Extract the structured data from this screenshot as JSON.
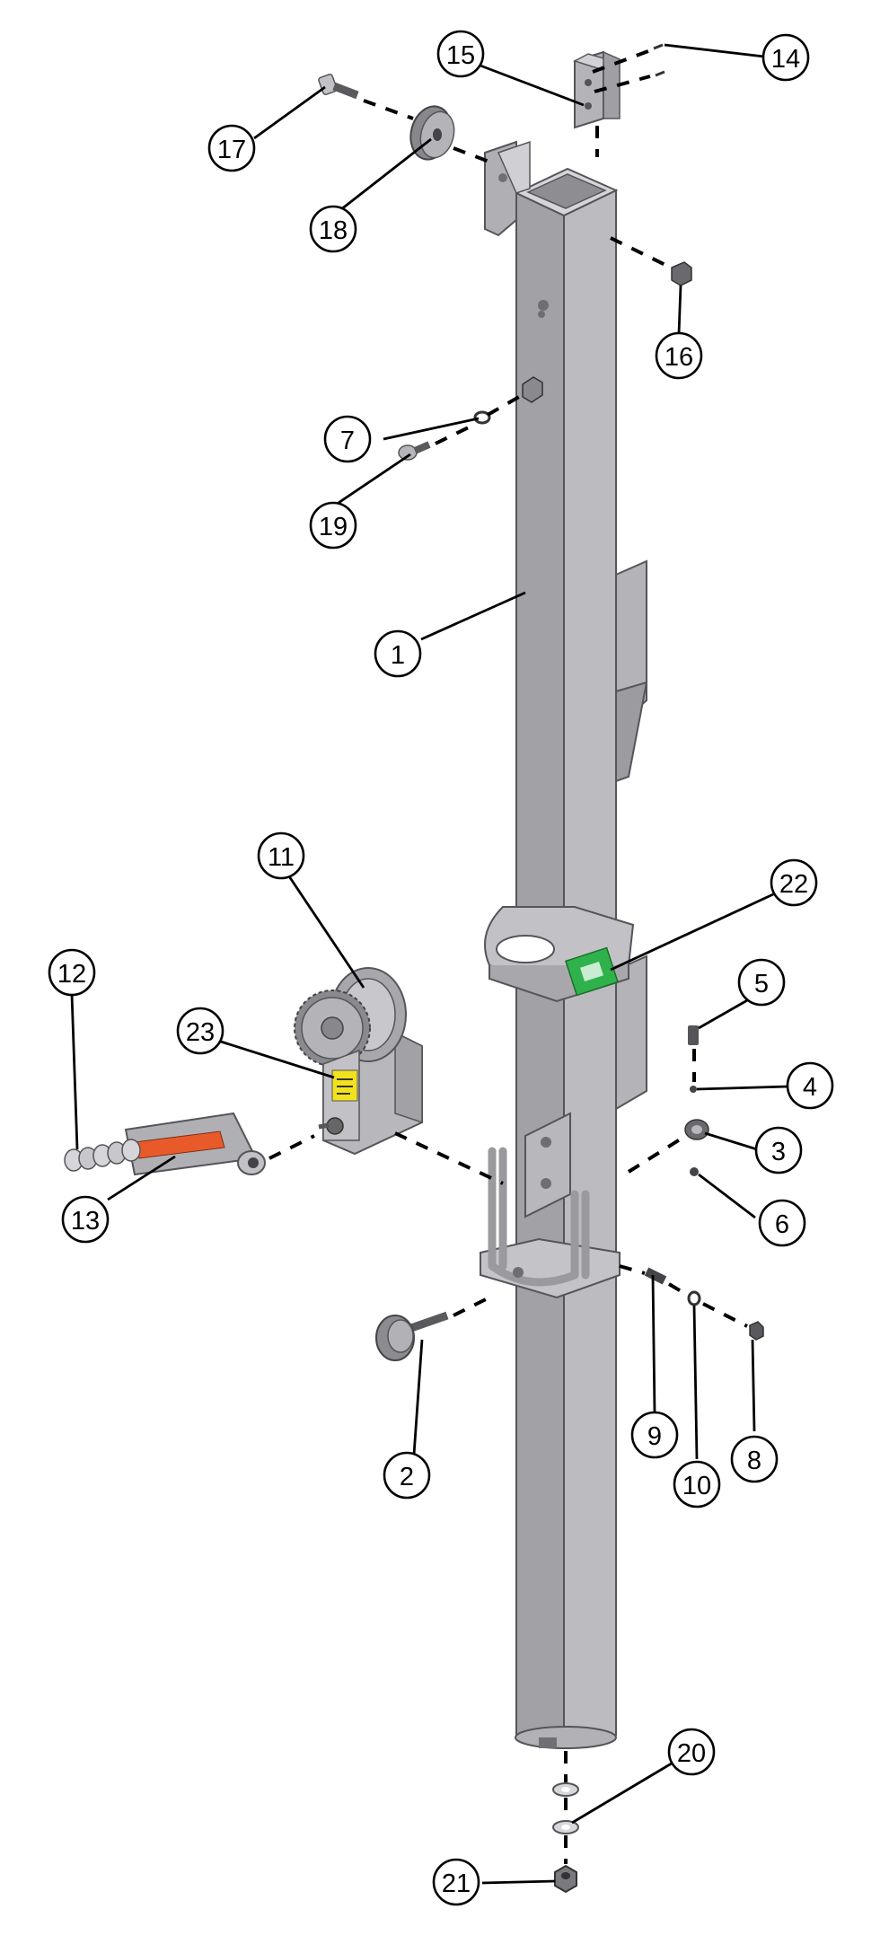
{
  "colors": {
    "metal_light": "#b8b8bc",
    "metal_mid": "#a4a4a8",
    "metal_dark": "#8a8a8e",
    "edge": "#555559",
    "label_orange": "#e85a2a",
    "label_yellow": "#f2e21c",
    "label_green": "#2fb24c"
  },
  "callouts": [
    {
      "id": "1",
      "label": "1"
    },
    {
      "id": "2",
      "label": "2"
    },
    {
      "id": "3",
      "label": "3"
    },
    {
      "id": "4",
      "label": "4"
    },
    {
      "id": "5",
      "label": "5"
    },
    {
      "id": "6",
      "label": "6"
    },
    {
      "id": "7",
      "label": "7"
    },
    {
      "id": "8",
      "label": "8"
    },
    {
      "id": "9",
      "label": "9"
    },
    {
      "id": "10",
      "label": "10"
    },
    {
      "id": "11",
      "label": "11"
    },
    {
      "id": "12",
      "label": "12"
    },
    {
      "id": "13",
      "label": "13"
    },
    {
      "id": "14",
      "label": "14"
    },
    {
      "id": "15",
      "label": "15"
    },
    {
      "id": "16",
      "label": "16"
    },
    {
      "id": "17",
      "label": "17"
    },
    {
      "id": "18",
      "label": "18"
    },
    {
      "id": "19",
      "label": "19"
    },
    {
      "id": "20",
      "label": "20"
    },
    {
      "id": "21",
      "label": "21"
    },
    {
      "id": "22",
      "label": "22"
    },
    {
      "id": "23",
      "label": "23"
    }
  ]
}
